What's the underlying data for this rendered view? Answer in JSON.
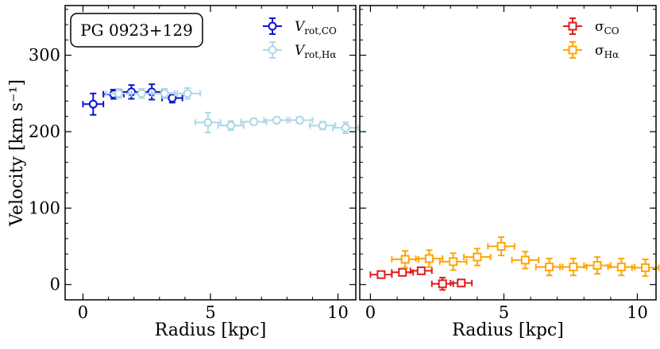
{
  "chart_data": [
    {
      "type": "scatter",
      "panel": "left",
      "annotation": "PG 0923+129",
      "xlabel": "Radius [kpc]",
      "ylabel": "Velocity [km s⁻¹]",
      "xlim": [
        -0.7,
        10.7
      ],
      "ylim": [
        -20,
        365
      ],
      "xticks": [
        0,
        5,
        10
      ],
      "yticks": [
        0,
        100,
        200,
        300
      ],
      "xtick_labels": [
        "0",
        "5",
        "10"
      ],
      "ytick_labels": [
        "0",
        "100",
        "200",
        "300"
      ],
      "grid": false,
      "legend_position": "top-right",
      "series": [
        {
          "name_main": "V",
          "name_sub": "rot,CO",
          "color": "#0a14d2",
          "marker": "circle",
          "points": [
            {
              "x": 0.4,
              "y": 236,
              "xerr": 0.4,
              "yerr": 14
            },
            {
              "x": 1.2,
              "y": 249,
              "xerr": 0.4,
              "yerr": 6
            },
            {
              "x": 1.9,
              "y": 252,
              "xerr": 0.4,
              "yerr": 9
            },
            {
              "x": 2.7,
              "y": 252,
              "xerr": 0.4,
              "yerr": 10
            },
            {
              "x": 3.5,
              "y": 244,
              "xerr": 0.4,
              "yerr": 6
            }
          ]
        },
        {
          "name_main": "V",
          "name_sub": "rot,Hα",
          "color": "#acd8e6",
          "marker": "circle",
          "points": [
            {
              "x": 1.4,
              "y": 250,
              "xerr": 0.5,
              "yerr": 6
            },
            {
              "x": 2.3,
              "y": 250,
              "xerr": 0.5,
              "yerr": 6
            },
            {
              "x": 3.2,
              "y": 250,
              "xerr": 0.5,
              "yerr": 6
            },
            {
              "x": 4.1,
              "y": 250,
              "xerr": 0.5,
              "yerr": 7
            },
            {
              "x": 4.9,
              "y": 212,
              "xerr": 0.5,
              "yerr": 13
            },
            {
              "x": 5.8,
              "y": 208,
              "xerr": 0.5,
              "yerr": 6
            },
            {
              "x": 6.7,
              "y": 213,
              "xerr": 0.5,
              "yerr": 4
            },
            {
              "x": 7.6,
              "y": 215,
              "xerr": 0.5,
              "yerr": 4
            },
            {
              "x": 8.5,
              "y": 215,
              "xerr": 0.5,
              "yerr": 4
            },
            {
              "x": 9.4,
              "y": 208,
              "xerr": 0.5,
              "yerr": 5
            },
            {
              "x": 10.3,
              "y": 205,
              "xerr": 0.5,
              "yerr": 7
            }
          ]
        }
      ]
    },
    {
      "type": "scatter",
      "panel": "right",
      "xlabel": "Radius [kpc]",
      "ylabel": "",
      "xlim": [
        -0.4,
        10.7
      ],
      "ylim": [
        -20,
        365
      ],
      "xticks": [
        0,
        5,
        10
      ],
      "yticks": [
        0,
        100,
        200,
        300
      ],
      "xtick_labels": [
        "0",
        "5",
        "10"
      ],
      "grid": false,
      "legend_position": "top-right",
      "series": [
        {
          "name_main": "σ",
          "name_sub": "CO",
          "color": "#e31a1c",
          "marker": "square",
          "points": [
            {
              "x": 0.4,
              "y": 13,
              "xerr": 0.4,
              "yerr": 4
            },
            {
              "x": 1.2,
              "y": 16,
              "xerr": 0.4,
              "yerr": 3
            },
            {
              "x": 1.9,
              "y": 18,
              "xerr": 0.4,
              "yerr": 3
            },
            {
              "x": 2.7,
              "y": 1,
              "xerr": 0.4,
              "yerr": 8
            },
            {
              "x": 3.4,
              "y": 2,
              "xerr": 0.4,
              "yerr": 3
            }
          ]
        },
        {
          "name_main": "σ",
          "name_sub": "Hα",
          "color": "#ffa500",
          "marker": "square",
          "points": [
            {
              "x": 1.3,
              "y": 33,
              "xerr": 0.5,
              "yerr": 11
            },
            {
              "x": 2.2,
              "y": 34,
              "xerr": 0.5,
              "yerr": 11
            },
            {
              "x": 3.1,
              "y": 30,
              "xerr": 0.5,
              "yerr": 11
            },
            {
              "x": 4.0,
              "y": 36,
              "xerr": 0.5,
              "yerr": 11
            },
            {
              "x": 4.9,
              "y": 50,
              "xerr": 0.5,
              "yerr": 12
            },
            {
              "x": 5.8,
              "y": 32,
              "xerr": 0.5,
              "yerr": 11
            },
            {
              "x": 6.7,
              "y": 23,
              "xerr": 0.5,
              "yerr": 11
            },
            {
              "x": 7.6,
              "y": 23,
              "xerr": 0.5,
              "yerr": 11
            },
            {
              "x": 8.5,
              "y": 25,
              "xerr": 0.5,
              "yerr": 11
            },
            {
              "x": 9.4,
              "y": 23,
              "xerr": 0.5,
              "yerr": 11
            },
            {
              "x": 10.3,
              "y": 22,
              "xerr": 0.5,
              "yerr": 11
            }
          ]
        }
      ]
    }
  ]
}
